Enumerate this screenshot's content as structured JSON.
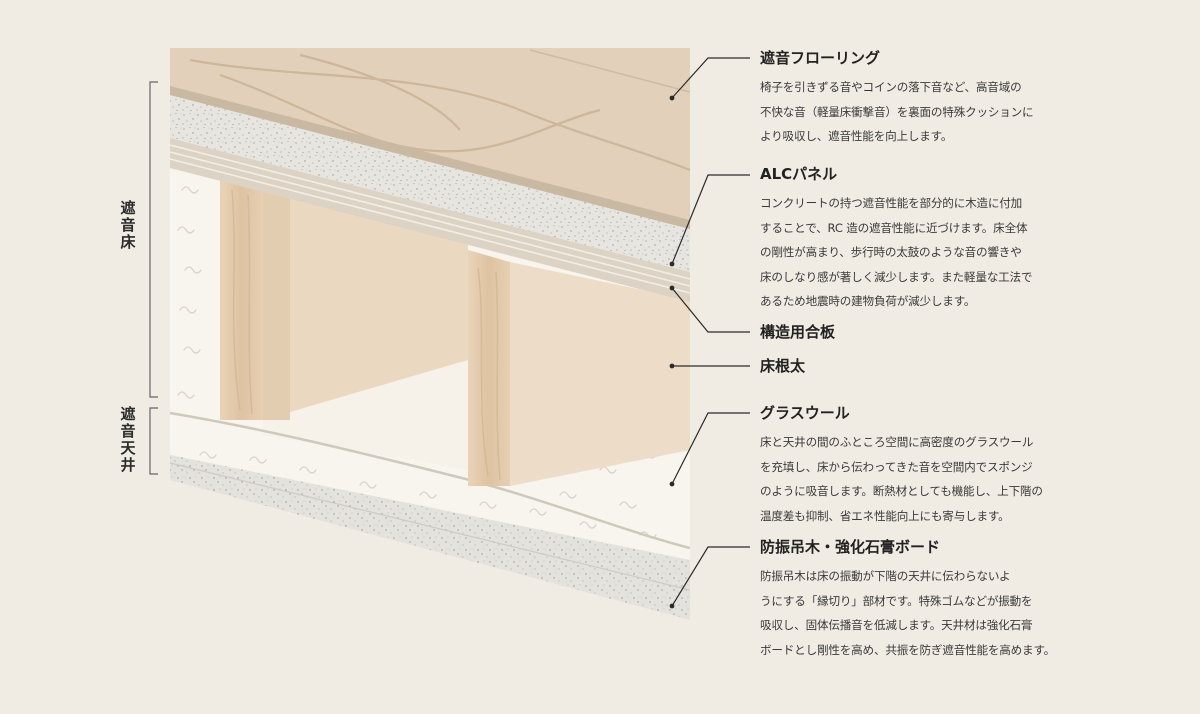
{
  "labels": {
    "floor_group": "遮音床",
    "ceiling_group": "遮音天井"
  },
  "callouts": [
    {
      "title": "遮音フローリング",
      "lines": [
        "椅子を引きずる音やコインの落下音など、高音域の",
        "不快な音（軽量床衝撃音）を裏面の特殊クッションに",
        "より吸収し、遮音性能を向上します。"
      ]
    },
    {
      "title": "ALCパネル",
      "lines": [
        "コンクリートの持つ遮音性能を部分的に木造に付加",
        "することで、RC 造の遮音性能に近づけます。床全体",
        "の剛性が高まり、歩行時の太鼓のような音の響きや",
        "床のしなり感が著しく減少します。また軽量な工法で",
        "あるため地震時の建物負荷が減少します。"
      ]
    },
    {
      "title": "構造用合板"
    },
    {
      "title": "床根太"
    },
    {
      "title": "グラスウール",
      "lines": [
        "床と天井の間のふところ空間に高密度のグラスウール",
        "を充填し、床から伝わってきた音を空間内でスポンジ",
        "のように吸音します。断熱材としても機能し、上下階の",
        "温度差も抑制、省エネ性能向上にも寄与します。"
      ]
    },
    {
      "title": "防振吊木・強化石膏ボード",
      "lines": [
        "防振吊木は床の振動が下階の天井に伝わらないよ",
        "うにする「縁切り」部材です。特殊ゴムなどが振動を",
        "吸収し、固体伝播音を低減します。天井材は強化石膏",
        "ボードとし剛性を高め、共振を防ぎ遮音性能を高めます。"
      ]
    }
  ]
}
